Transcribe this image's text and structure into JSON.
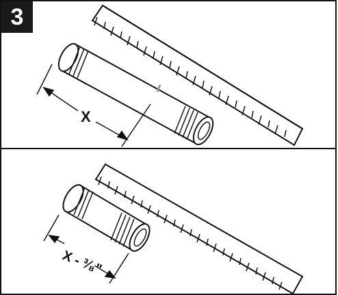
{
  "step": {
    "number": "3"
  },
  "top_panel": {
    "dimension_label": "X"
  },
  "bottom_panel": {
    "dimension_label": "X - ³⁄₈\""
  },
  "colors": {
    "line": "#111111",
    "background": "#ffffff",
    "badge": "#1a1a1a",
    "mark": "#999999"
  }
}
